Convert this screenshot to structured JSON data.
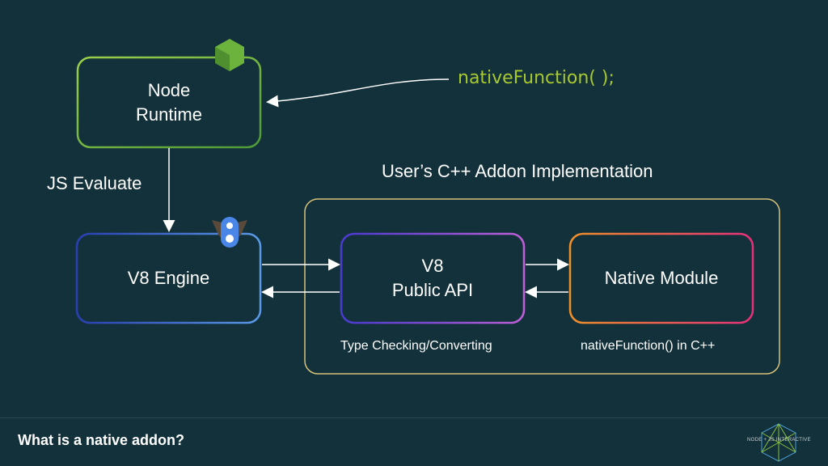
{
  "slide": {
    "title": "What is a native addon?",
    "logo_text": "NODE + JS INTERACTIVE"
  },
  "diagram": {
    "nodes": {
      "node_runtime": {
        "label": "Node\nRuntime",
        "color": "#7ac142"
      },
      "v8_engine": {
        "label": "V8 Engine",
        "color": "#3f6fd8"
      },
      "v8_public_api": {
        "label": "V8\nPublic API",
        "color": "#8a4fd8"
      },
      "native_module": {
        "label": "Native Module",
        "color": "#e8418a"
      }
    },
    "group": {
      "label": "User’s C++ Addon Implementation",
      "color": "#d8c27a"
    },
    "code_label": "nativeFunction( );",
    "code_color": "#a8c832",
    "edge_label_js_evaluate": "JS Evaluate",
    "caption_api": "Type Checking/Converting",
    "caption_native": "nativeFunction() in C++",
    "icons": [
      "nodejs-hexagon-icon",
      "v8-logo-icon",
      "node-js-interactive-logo"
    ]
  }
}
